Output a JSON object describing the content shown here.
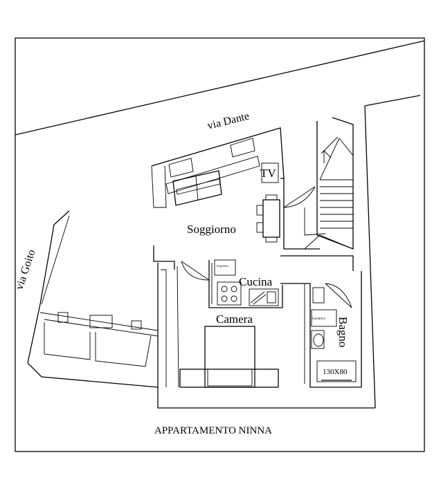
{
  "streets": {
    "dante": "via Dante",
    "goito": "via Goito"
  },
  "rooms": {
    "soggiorno": "Soggiorno",
    "cucina": "Cucina",
    "camera": "Camera",
    "bagno": "Bagno"
  },
  "fixtures": {
    "tv": "TV",
    "fridge": "Frigorifero",
    "washer": "Lavatrice",
    "shower": "130X80"
  },
  "title": "APPARTAMENTO NINNA"
}
